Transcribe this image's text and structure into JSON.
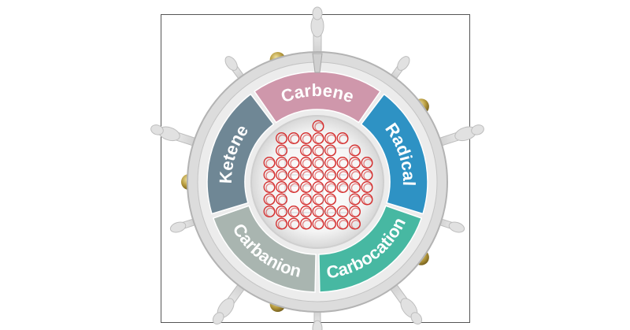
{
  "diagram": {
    "segments": [
      {
        "label": "Carbene",
        "color": "#cf97ab"
      },
      {
        "label": "Radical",
        "color": "#2e92c4"
      },
      {
        "label": "Carbocation",
        "color": "#47b8a2"
      },
      {
        "label": "Carbanion",
        "color": "#a9b5b0"
      },
      {
        "label": "Ketene",
        "color": "#6f8795"
      }
    ]
  }
}
